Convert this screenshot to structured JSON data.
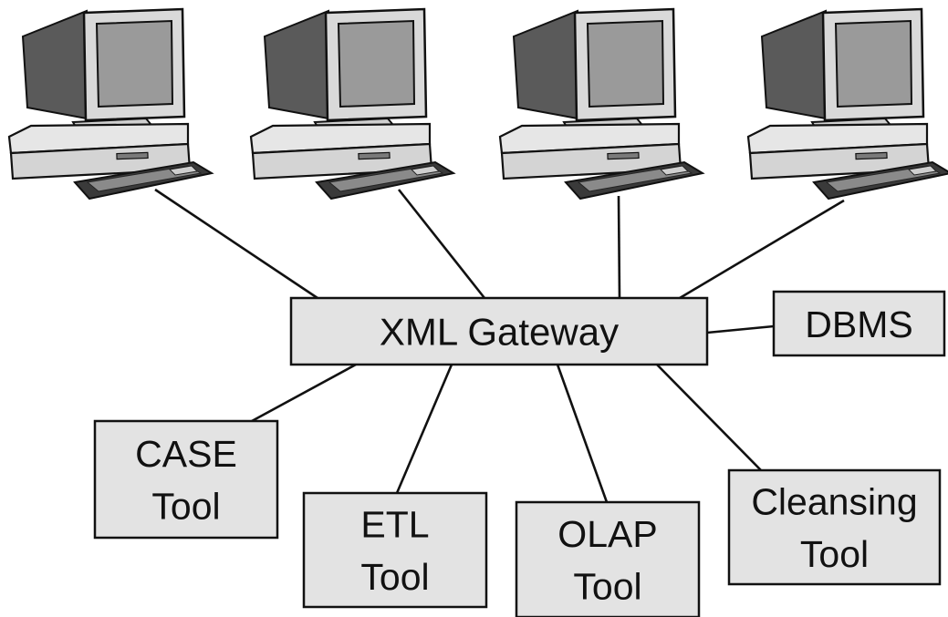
{
  "diagram": {
    "hub": {
      "lines": [
        "XML Gateway"
      ]
    },
    "nodes": [
      {
        "id": "dbms",
        "lines": [
          "DBMS"
        ]
      },
      {
        "id": "case-tool",
        "lines": [
          "CASE",
          "Tool"
        ]
      },
      {
        "id": "etl-tool",
        "lines": [
          "ETL",
          "Tool"
        ]
      },
      {
        "id": "olap-tool",
        "lines": [
          "OLAP",
          "Tool"
        ]
      },
      {
        "id": "cleansing-tool",
        "lines": [
          "Cleansing",
          "Tool"
        ]
      }
    ],
    "computers": [
      {
        "id": "computer-1"
      },
      {
        "id": "computer-2"
      },
      {
        "id": "computer-3"
      },
      {
        "id": "computer-4"
      }
    ],
    "colors": {
      "box_fill": "#e3e3e3",
      "stroke": "#111111",
      "monitor_screen": "#9a9a9a",
      "monitor_body": "#d9d9d9",
      "monitor_dark": "#5a5a5a"
    }
  }
}
